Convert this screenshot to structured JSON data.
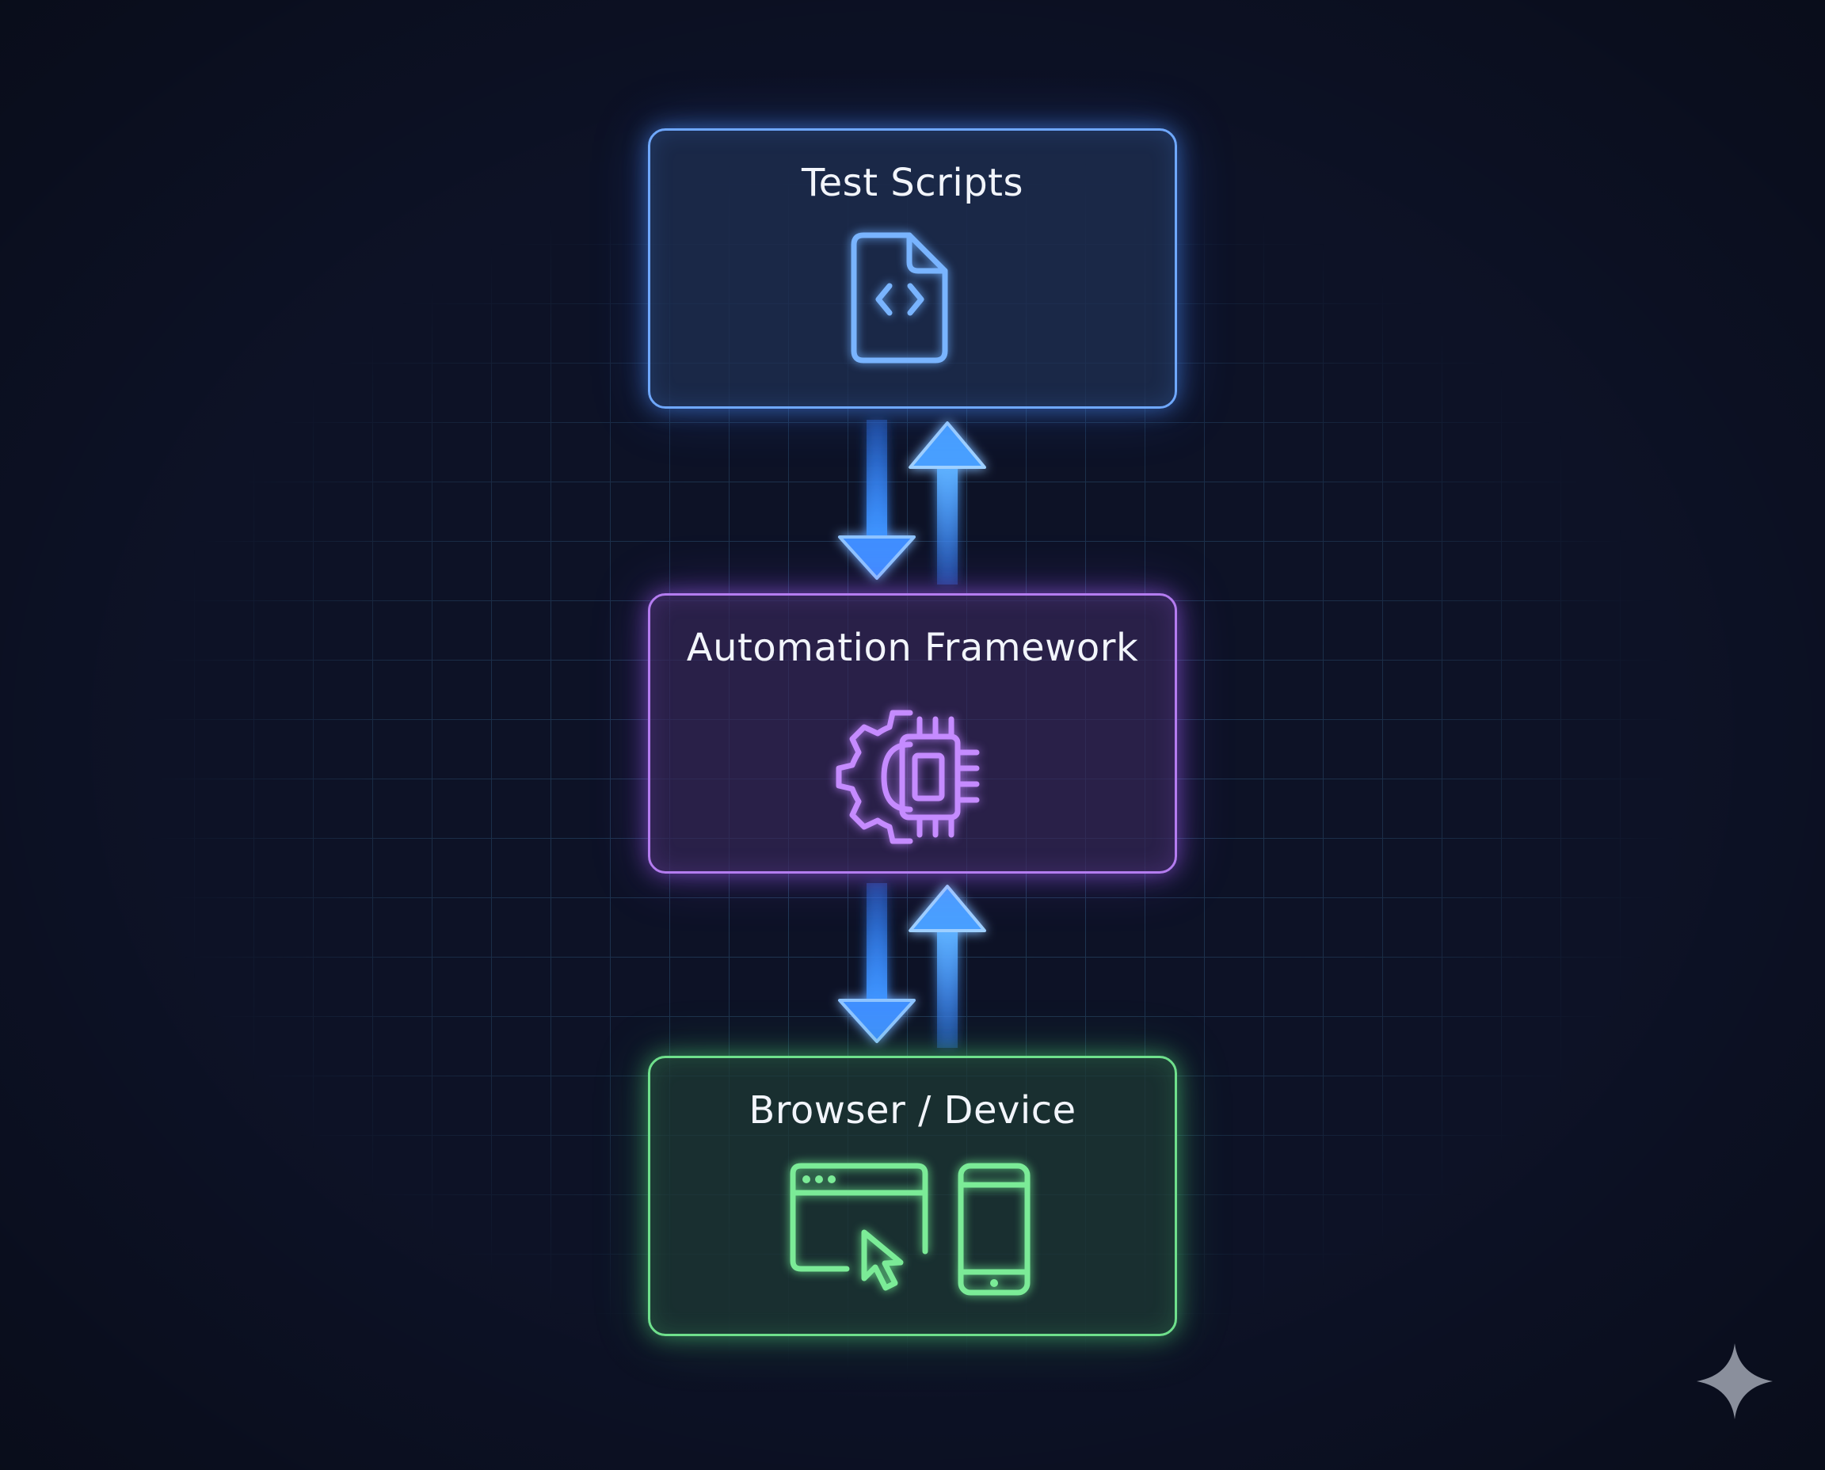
{
  "diagram": {
    "layers": [
      {
        "title": "Test Scripts",
        "icon": "code-file-icon",
        "color": "#6fa8ff"
      },
      {
        "title": "Automation Framework",
        "icon": "gear-chip-icon",
        "color": "#b47cf0"
      },
      {
        "title": "Browser / Device",
        "icon": "browser-and-phone-icon",
        "color": "#6fe08c"
      }
    ],
    "connectors": [
      {
        "from": "Test Scripts",
        "to": "Automation Framework",
        "direction": "bidirectional"
      },
      {
        "from": "Automation Framework",
        "to": "Browser / Device",
        "direction": "bidirectional"
      }
    ],
    "arrow_color": "#3d8bff",
    "background_color": "#0d1226",
    "grid_color": "#1f3450"
  }
}
